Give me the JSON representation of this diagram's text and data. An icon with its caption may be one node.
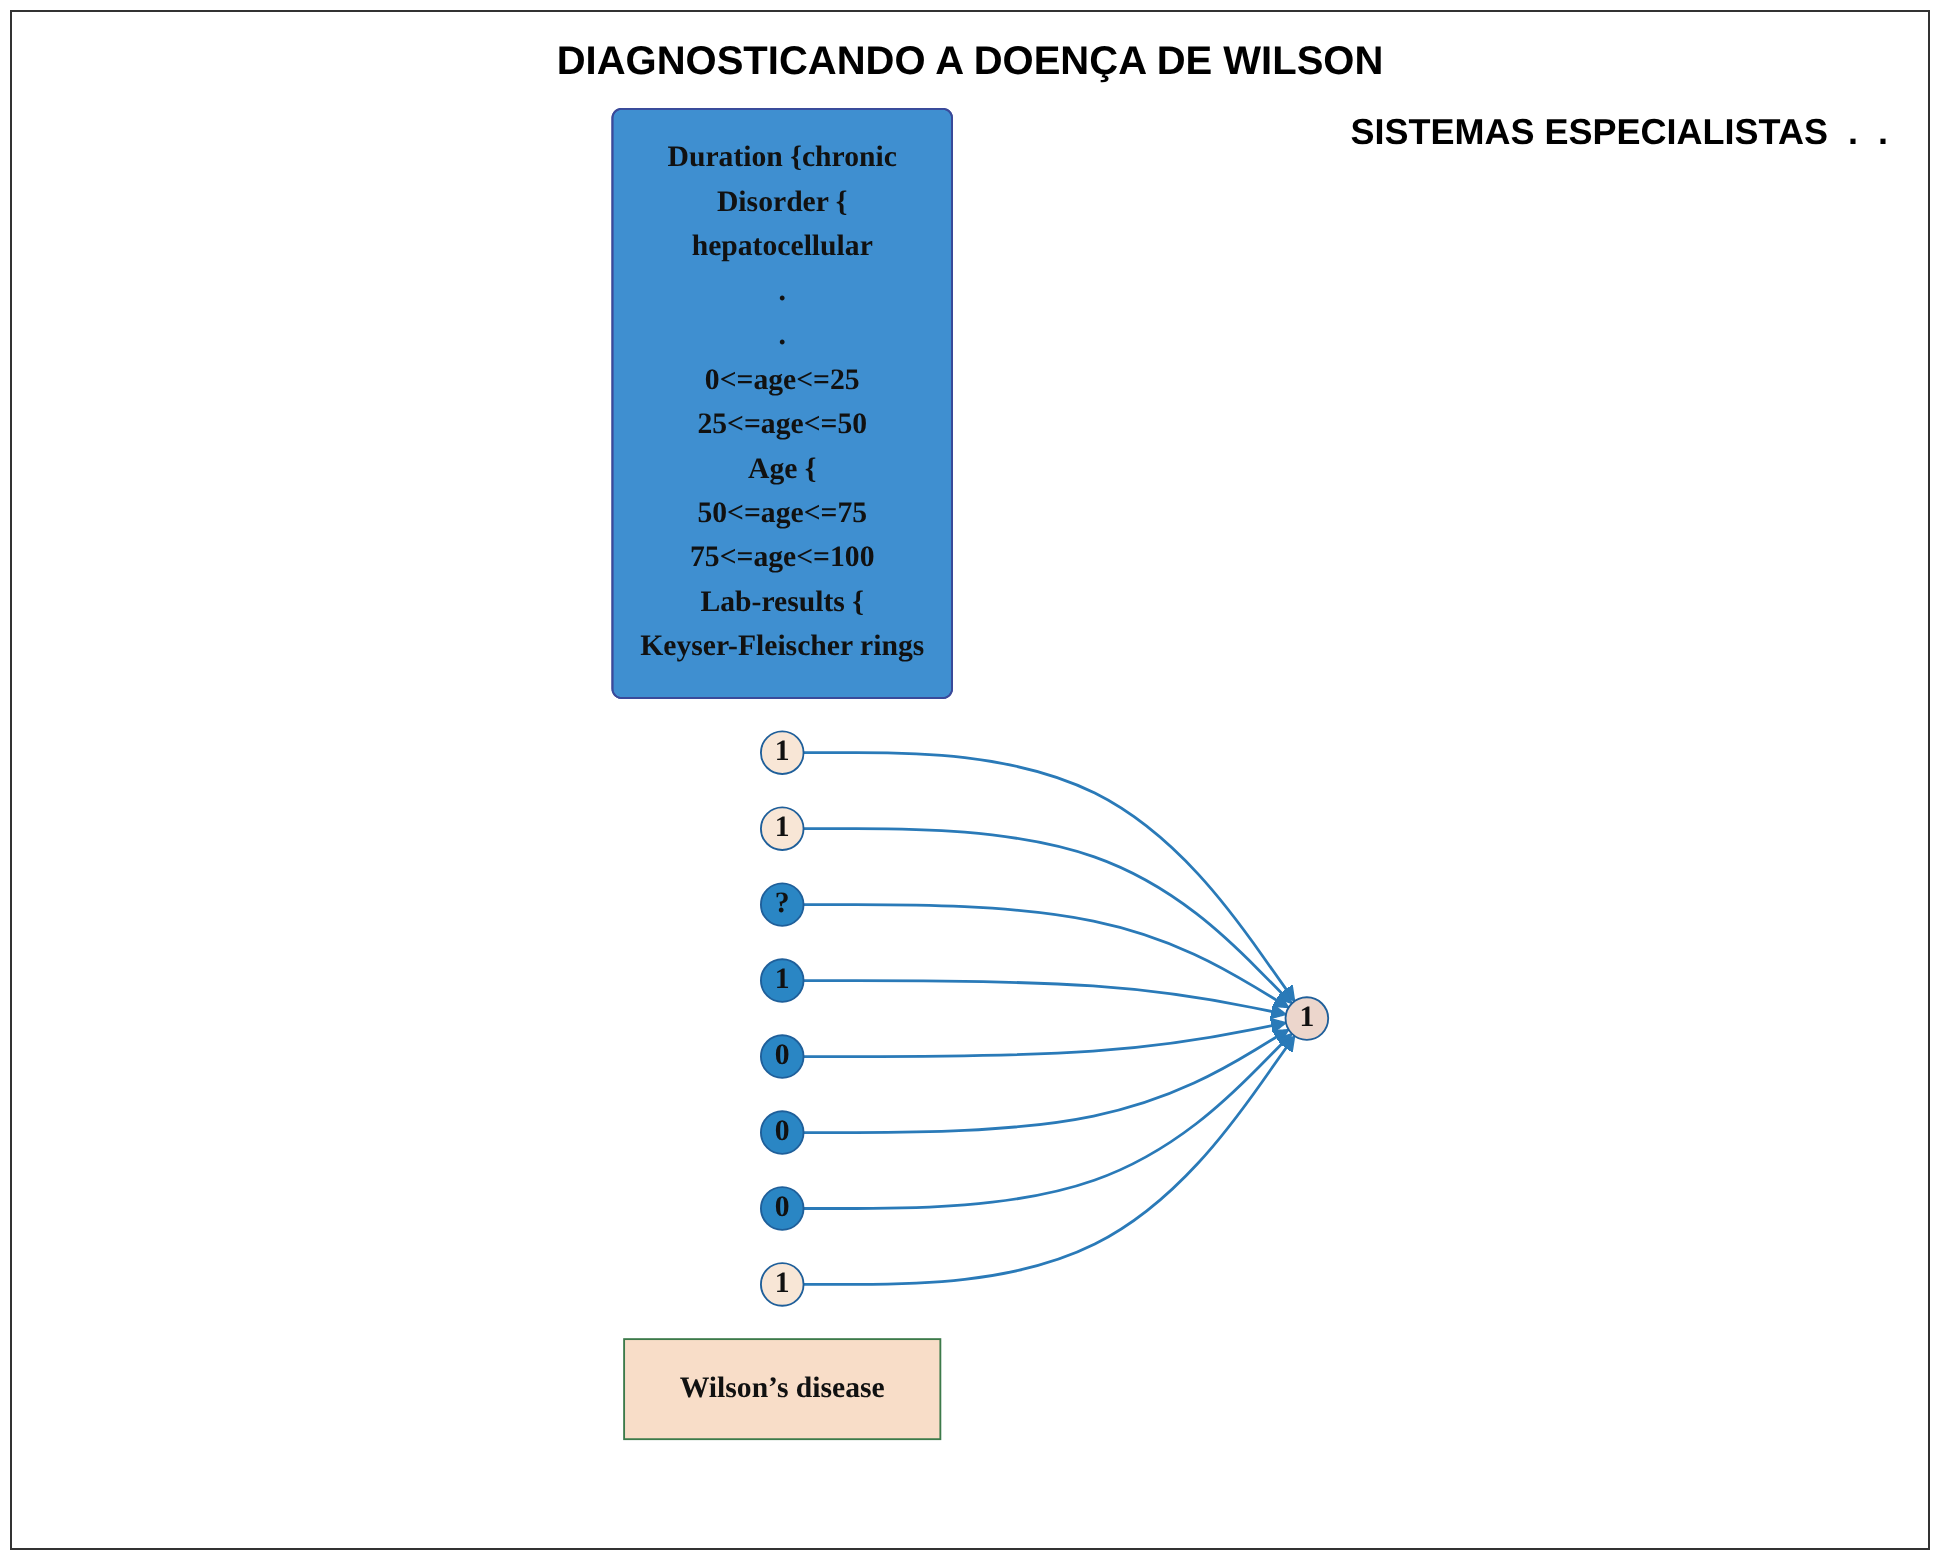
{
  "diagram": {
    "title": "DIAGNOSTICANDO A DOENÇA DE WILSON",
    "nodes": [
      {
        "text": [
          "Duration {chronic",
          "Disorder {",
          "hepatocellular",
          ".",
          ".",
          "0<=age<=25",
          "25<=age<=50",
          "Age {",
          "50<=age<=75",
          "75<=age<=100",
          "Lab-results {",
          "Keyser-Fleischer rings"
        ]
      },
      {
        "text": [
          "1"
        ]
      },
      {
        "text": [
          "1"
        ]
      },
      {
        "text": [
          "?"
        ]
      },
      {
        "text": [
          "1"
        ]
      },
      {
        "text": [
          "0"
        ]
      },
      {
        "text": [
          "0"
        ]
      },
      {
        "text": [
          "0"
        ]
      },
      {
        "text": [
          "1"
        ]
      },
      {
        "text": [
          "1"
        ]
      },
      {
        "text": [
          "Wilson’s disease"
        ]
      }
    ],
    "edges": [
      {
        "from": 1,
        "to": 9,
        "arrow": "to"
      },
      {
        "from": 2,
        "to": 9,
        "arrow": "to"
      },
      {
        "from": 3,
        "to": 9,
        "arrow": "to"
      },
      {
        "from": 4,
        "to": 9,
        "arrow": "to"
      },
      {
        "from": 5,
        "to": 9,
        "arrow": "to"
      },
      {
        "from": 6,
        "to": 9,
        "arrow": "to"
      },
      {
        "from": 7,
        "to": 9,
        "arrow": "to"
      },
      {
        "from": 8,
        "to": 9,
        "arrow": "to"
      }
    ],
    "labels": [
      "SISTEMAS ESPECIALISTAS",
      ".",
      "."
    ]
  }
}
